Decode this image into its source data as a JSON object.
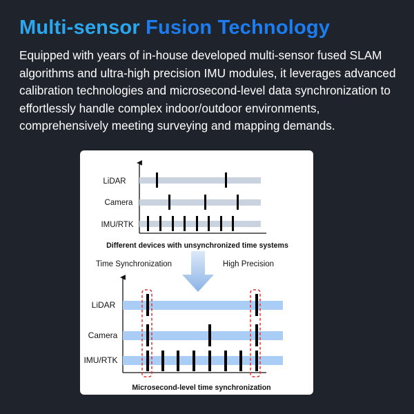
{
  "header": {
    "title_part1": "Multi-sensor",
    "title_part2": "Fusion Technology",
    "description": "Equipped with years of in-house developed multi-sensor fused SLAM algorithms and ultra-high precision IMU modules, it leverages advanced calibration technologies and microsecond-level data synchronization to effortlessly handle complex indoor/outdoor environments, comprehensively meeting surveying and mapping demands."
  },
  "colors": {
    "background": "#1f232b",
    "title_light": "#2aa7ee",
    "title_dark": "#1b7df0",
    "track_top": "#c9d3e0",
    "track_bottom": "#a9cdf4",
    "sync_box": "#e03030",
    "arrow": "#9fbfe8"
  },
  "diagram": {
    "top": {
      "rows": [
        "LiDAR",
        "Camera",
        "IMU/RTK"
      ],
      "caption": "Different devices with unsynchronized time systems"
    },
    "mid": {
      "left_label": "Time Synchronization",
      "right_label": "High Precision"
    },
    "bottom": {
      "rows": [
        "LiDAR",
        "Camera",
        "IMU/RTK"
      ],
      "caption": "Microsecond-level time synchronization"
    }
  }
}
